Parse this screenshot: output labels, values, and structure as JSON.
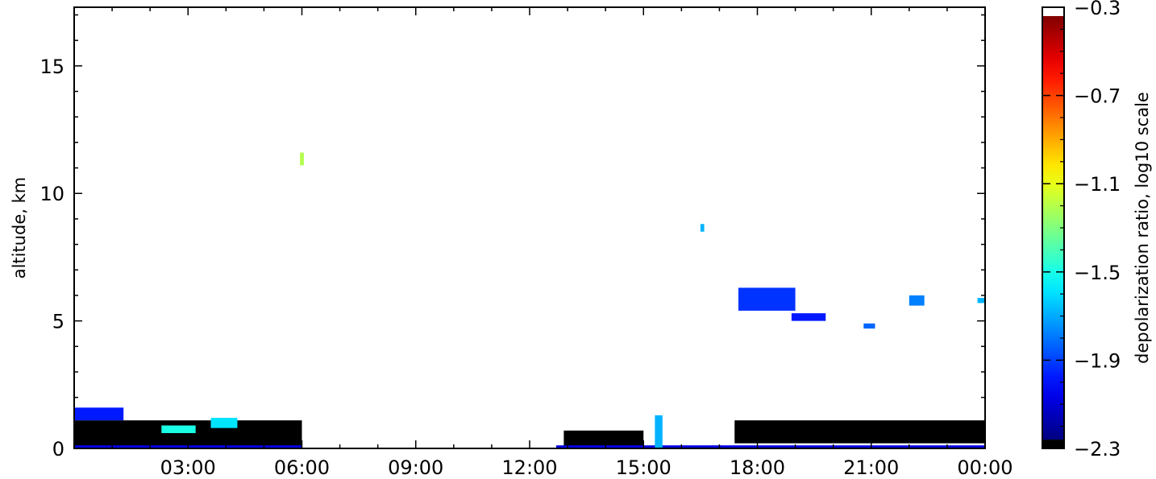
{
  "chart_data": {
    "type": "heatmap",
    "title": "",
    "xlabel": "",
    "ylabel": "altitude, km",
    "x_ticks": [
      "03:00",
      "06:00",
      "09:00",
      "12:00",
      "15:00",
      "18:00",
      "21:00",
      "00:00"
    ],
    "x_tick_hours": [
      3,
      6,
      9,
      12,
      15,
      18,
      21,
      24
    ],
    "xlim_hours": [
      0,
      24
    ],
    "y_ticks": [
      "0",
      "5",
      "10",
      "15"
    ],
    "y_tick_values": [
      0,
      5,
      10,
      15
    ],
    "ylim": [
      0,
      17.3
    ],
    "colorbar": {
      "label": "depolarization ratio, log10 scale",
      "ticks": [
        "−2.3",
        "−1.9",
        "−1.5",
        "−1.1",
        "−0.7",
        "−0.3"
      ],
      "tick_values": [
        -2.3,
        -1.9,
        -1.5,
        -1.1,
        -0.7,
        -0.3
      ],
      "range": [
        -2.3,
        -0.3
      ],
      "colormap": "jet",
      "under_color": "#000000",
      "over_color": "#ffffff"
    },
    "regions": [
      {
        "t0": 0.0,
        "t1": 6.0,
        "z0": 0.0,
        "z1": 1.1,
        "value": "under"
      },
      {
        "t0": 0.0,
        "t1": 1.3,
        "z0": 1.1,
        "z1": 1.6,
        "value": -2.0
      },
      {
        "t0": 0.0,
        "t1": 6.0,
        "z0": 0.0,
        "z1": 0.12,
        "value": -2.1
      },
      {
        "t0": 2.3,
        "t1": 3.2,
        "z0": 0.6,
        "z1": 0.9,
        "value": -1.5
      },
      {
        "t0": 3.6,
        "t1": 4.3,
        "z0": 0.8,
        "z1": 1.2,
        "value": -1.6
      },
      {
        "t0": 5.95,
        "t1": 6.05,
        "z0": 11.1,
        "z1": 11.6,
        "value": -1.2
      },
      {
        "t0": 12.9,
        "t1": 15.0,
        "z0": 0.1,
        "z1": 0.7,
        "value": "under"
      },
      {
        "t0": 12.7,
        "t1": 24.0,
        "z0": 0.0,
        "z1": 0.12,
        "value": -2.1
      },
      {
        "t0": 15.3,
        "t1": 15.5,
        "z0": 0.0,
        "z1": 1.3,
        "value": -1.7
      },
      {
        "t0": 16.5,
        "t1": 16.6,
        "z0": 8.5,
        "z1": 8.8,
        "value": -1.7
      },
      {
        "t0": 17.5,
        "t1": 19.0,
        "z0": 5.4,
        "z1": 6.3,
        "value": -1.95
      },
      {
        "t0": 18.9,
        "t1": 19.8,
        "z0": 5.0,
        "z1": 5.3,
        "value": -2.0
      },
      {
        "t0": 20.8,
        "t1": 21.1,
        "z0": 4.7,
        "z1": 4.9,
        "value": -1.85
      },
      {
        "t0": 22.0,
        "t1": 22.4,
        "z0": 5.6,
        "z1": 6.0,
        "value": -1.8
      },
      {
        "t0": 23.8,
        "t1": 24.0,
        "z0": 5.7,
        "z1": 5.9,
        "value": -1.7
      },
      {
        "t0": 17.4,
        "t1": 24.0,
        "z0": 0.2,
        "z1": 1.1,
        "value": "under"
      }
    ]
  }
}
